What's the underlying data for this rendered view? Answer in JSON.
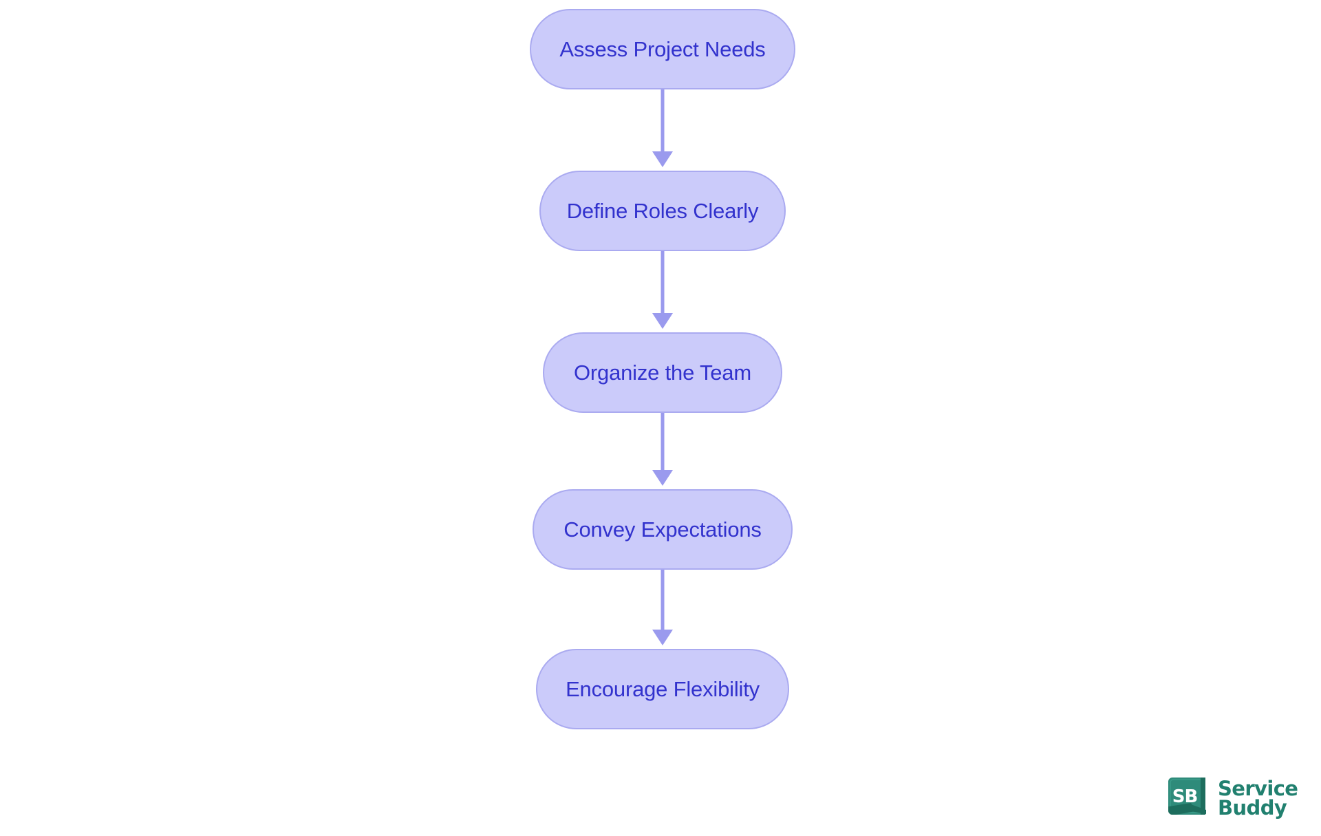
{
  "diagram": {
    "type": "flowchart",
    "orientation": "vertical",
    "background_color": "#ffffff",
    "node_fill_color": "#cbcbfa",
    "node_border_color": "#aaaaf0",
    "node_text_color": "#3232cd",
    "connector_color": "#9a9aee",
    "nodes": [
      {
        "id": "assess-project-needs",
        "label": "Assess Project Needs"
      },
      {
        "id": "define-roles-clearly",
        "label": "Define Roles Clearly"
      },
      {
        "id": "organize-the-team",
        "label": "Organize the Team"
      },
      {
        "id": "convey-expectations",
        "label": "Convey Expectations"
      },
      {
        "id": "encourage-flexibility",
        "label": "Encourage Flexibility"
      }
    ],
    "edges": [
      {
        "from": "assess-project-needs",
        "to": "define-roles-clearly"
      },
      {
        "from": "define-roles-clearly",
        "to": "organize-the-team"
      },
      {
        "from": "organize-the-team",
        "to": "convey-expectations"
      },
      {
        "from": "convey-expectations",
        "to": "encourage-flexibility"
      }
    ]
  },
  "logo": {
    "mark_text": "SB",
    "name_line1": "Service",
    "name_line2": "Buddy",
    "color": "#21806f",
    "mark_fill": "#2e8b7a",
    "mark_text_color": "#ffffff"
  }
}
